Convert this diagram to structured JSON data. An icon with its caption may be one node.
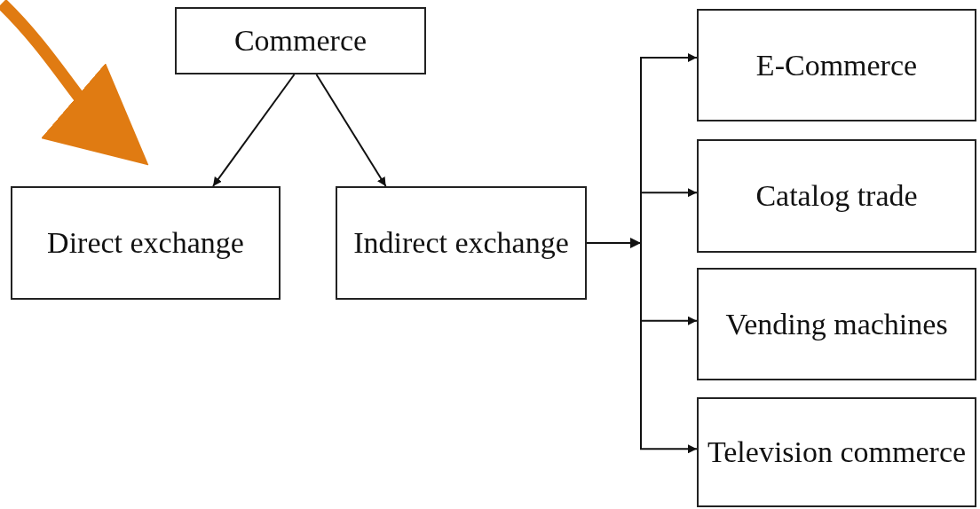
{
  "diagram": {
    "nodes": [
      {
        "text": [
          "Commerce"
        ]
      },
      {
        "text": [
          "Direct exchange"
        ]
      },
      {
        "text": [
          "Indirect exchange"
        ]
      },
      {
        "text": [
          "E-Commerce"
        ]
      },
      {
        "text": [
          "Catalog trade"
        ]
      },
      {
        "text": [
          "Vending machines"
        ]
      },
      {
        "text": [
          "Television commerce"
        ]
      }
    ],
    "edges": [
      {
        "from": 0,
        "to": 1,
        "arrow": "to"
      },
      {
        "from": 0,
        "to": 2,
        "arrow": "to"
      },
      {
        "from": 2,
        "to": 3,
        "arrow": "to"
      },
      {
        "from": 2,
        "to": 4,
        "arrow": "to"
      },
      {
        "from": 2,
        "to": 5,
        "arrow": "to"
      },
      {
        "from": 2,
        "to": 6,
        "arrow": "to"
      },
      {
        "from": null,
        "to": 1,
        "arrow": "to",
        "style": "thick",
        "color": "#e07b12"
      }
    ]
  }
}
